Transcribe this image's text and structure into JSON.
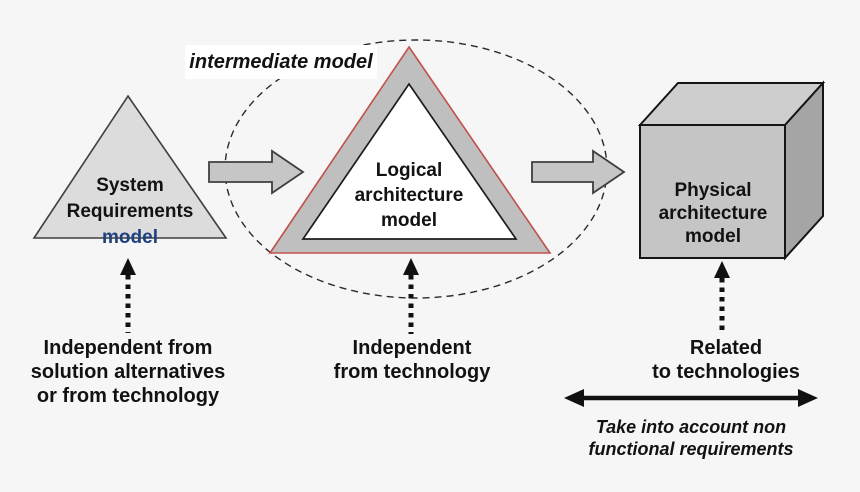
{
  "colors": {
    "background": "#f6f6f6",
    "accent_blue": "#1f4080",
    "logical_outline_red": "#c0504d",
    "shape_gray_fill": "#c6c6c6",
    "system_triangle_fill": "#dcdcdc",
    "cube_front_fill": "#c5c5c5",
    "cube_top_fill": "#cecece",
    "cube_side_fill": "#a5a5a5",
    "arrow_black": "#111111"
  },
  "intermediate": {
    "label": "intermediate model"
  },
  "nodes": {
    "system": {
      "title": "System\nRequirements",
      "model_word": "model"
    },
    "logical": {
      "title": "Logical\narchitecture\nmodel"
    },
    "physical": {
      "title": "Physical\narchitecture",
      "model_word": "model"
    }
  },
  "captions": {
    "left": "Independent from\nsolution alternatives\nor from technology",
    "middle": "Independent\nfrom technology",
    "right": "Related\nto technologies",
    "tradeoff": "Take into account non\nfunctional requirements"
  }
}
